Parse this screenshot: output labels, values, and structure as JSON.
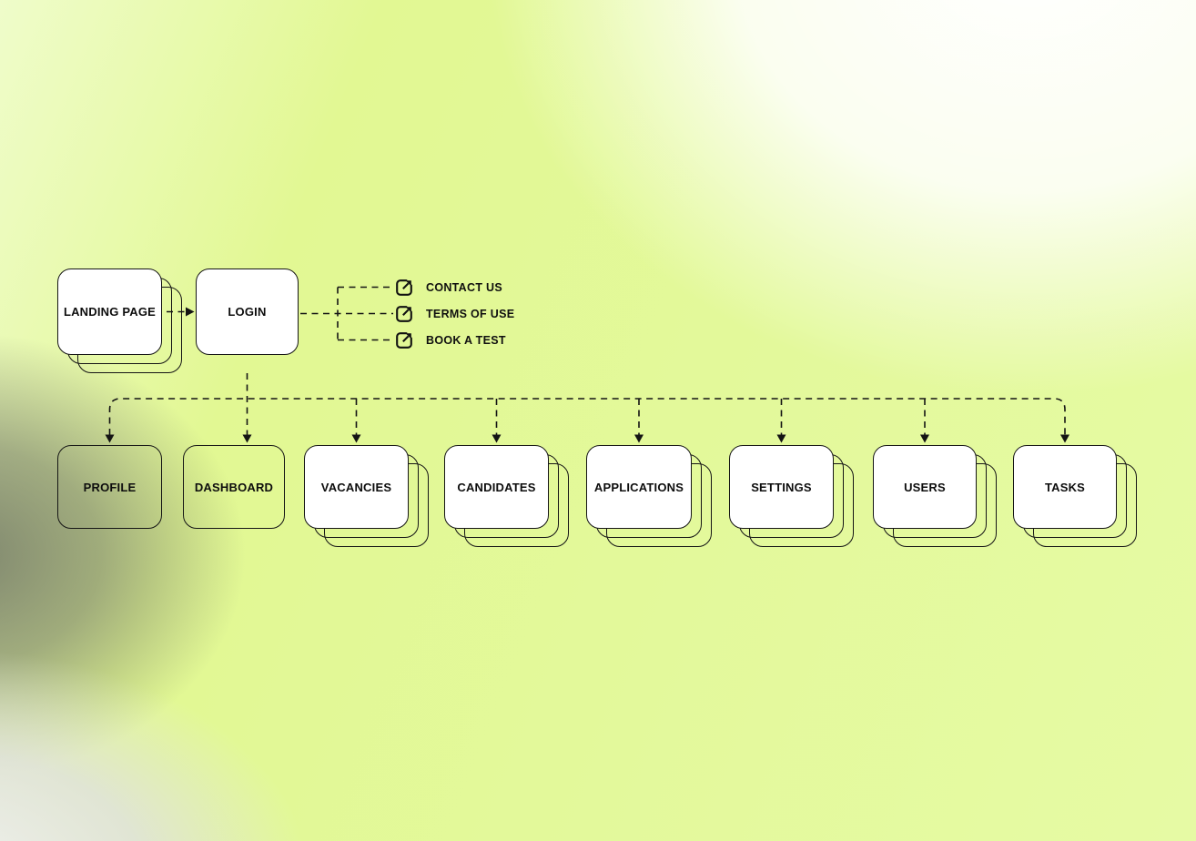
{
  "nodes": {
    "landing_page": {
      "label": "LANDING PAGE"
    },
    "login": {
      "label": "LOGIN"
    },
    "profile": {
      "label": "PROFILE"
    },
    "dashboard": {
      "label": "DASHBOARD"
    },
    "vacancies": {
      "label": "VACANCIES"
    },
    "candidates": {
      "label": "CANDIDATES"
    },
    "applications": {
      "label": "APPLICATIONS"
    },
    "settings": {
      "label": "SETTINGS"
    },
    "users": {
      "label": "USERS"
    },
    "tasks": {
      "label": "TASKS"
    }
  },
  "external_links": {
    "icon": "external-link-icon",
    "items": [
      {
        "label": "CONTACT US"
      },
      {
        "label": "TERMS OF USE"
      },
      {
        "label": "BOOK A TEST"
      }
    ]
  },
  "colors": {
    "line": "#141414",
    "card_fill": "#ffffff",
    "card_border": "#151515",
    "background_lime": "#e3f99b",
    "background_gray": "#d2d2d4",
    "background_white": "#ffffff"
  }
}
